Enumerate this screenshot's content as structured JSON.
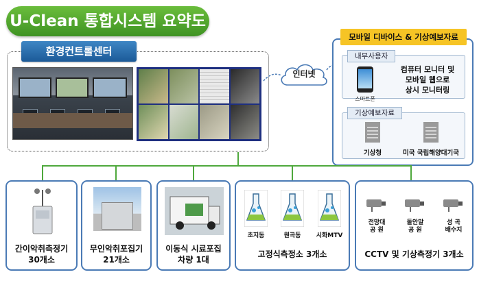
{
  "title": "U-Clean 통합시스템 요약도",
  "control_center": {
    "label": "환경컨트롤센터"
  },
  "cloud": {
    "label": "인터넷"
  },
  "devices": {
    "label": "모바일 디바이스 & 기상예보자료",
    "internal_users": {
      "tag": "내부사용자",
      "phone_caption": "스마트폰",
      "monitor_lines": [
        "컴퓨터 모니터 및",
        "모바일 웹으로",
        "상시 모니터링"
      ]
    },
    "forecast": {
      "tag": "기상예보자료",
      "sources": [
        "기상청",
        "미국 국립해양대기국"
      ]
    }
  },
  "stations": [
    {
      "lines": [
        "간이악취측정기",
        "30개소"
      ]
    },
    {
      "lines": [
        "무인악취포집기",
        "21개소"
      ]
    },
    {
      "lines": [
        "이동식 시료포집",
        "차량 1대"
      ]
    },
    {
      "lines": [
        "고정식측정소 3개소"
      ],
      "sites": [
        "초지동",
        "원곡동",
        "시화MTV"
      ]
    },
    {
      "lines": [
        "CCTV 및 기상측정기 3개소"
      ],
      "sites": [
        [
          "전망대",
          "공   원"
        ],
        [
          "돌안말",
          "공   원"
        ],
        [
          "성   곡",
          "배수지"
        ]
      ]
    }
  ],
  "colors": {
    "title_green": "#4fa52c",
    "label_blue": "#2a6fb0",
    "label_yellow": "#f6c425",
    "frame_blue": "#4a7ab5",
    "connector_green": "#4ea83c"
  }
}
